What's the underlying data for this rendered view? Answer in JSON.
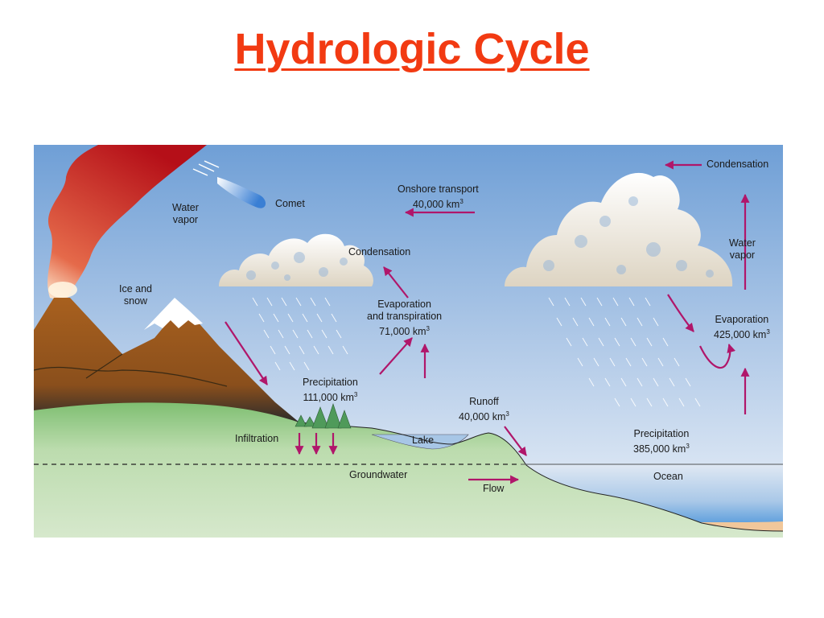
{
  "title": "Hydrologic Cycle",
  "colors": {
    "title": "#f23a12",
    "arrow": "#b0166a",
    "sky_top": "#6f9fd6",
    "sky_bottom": "#e6eef8",
    "land": "#cfe3c4",
    "mountain": "#9a5a1c",
    "ocean": "#3a8fd8",
    "plume": "#c8141a"
  },
  "labels": {
    "water_vapor_left": [
      "Water",
      "vapor"
    ],
    "comet": "Comet",
    "onshore_transport": [
      "Onshore transport",
      "40,000 km"
    ],
    "condensation_left": "Condensation",
    "condensation_right": "Condensation",
    "ice_and_snow": [
      "Ice and",
      "snow"
    ],
    "evap_transp": [
      "Evaporation",
      "and transpiration",
      "71,000 km"
    ],
    "water_vapor_right": [
      "Water",
      "vapor"
    ],
    "evaporation_ocean": [
      "Evaporation",
      "425,000 km"
    ],
    "precipitation_land": [
      "Precipitation",
      "111,000 km"
    ],
    "runoff": [
      "Runoff",
      "40,000 km"
    ],
    "infiltration": "Infiltration",
    "lake": "Lake",
    "precipitation_ocean": [
      "Precipitation",
      "385,000 km"
    ],
    "groundwater": "Groundwater",
    "flow": "Flow",
    "ocean": "Ocean",
    "unit_exp": "3"
  }
}
